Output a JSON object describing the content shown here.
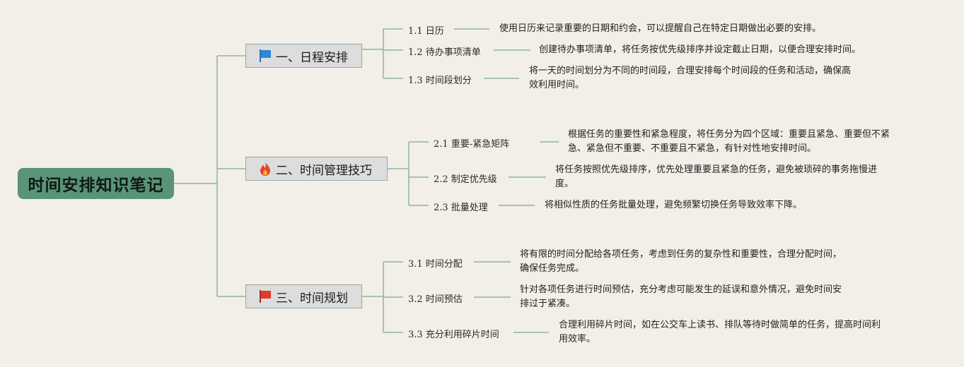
{
  "root": {
    "title": "时间安排知识笔记"
  },
  "branches": [
    {
      "label": "一、日程安排",
      "icon": "blue-flag-icon",
      "color": "#2f86d6",
      "leaves": [
        {
          "label": "1.1 日历",
          "desc": [
            "使用日历来记录重要的日期和约会，可以提醒自己在特定日期做出必要的安排。"
          ]
        },
        {
          "label": "1.2 待办事项清单",
          "desc": [
            "创建待办事项清单，将任务按优先级排序并设定截止日期，以便合理安排时间。"
          ]
        },
        {
          "label": "1.3 时间段划分",
          "desc": [
            "将一天的时间划分为不同的时间段，合理安排每个时间段的任务和活动，确保高",
            "效利用时间。"
          ]
        }
      ]
    },
    {
      "label": "二、时间管理技巧",
      "icon": "fire-icon",
      "color": "#e2452d",
      "leaves": [
        {
          "label": "2.1 重要-紧急矩阵",
          "desc": [
            "根据任务的重要性和紧急程度，将任务分为四个区域：重要且紧急、重要但不紧",
            "急、紧急但不重要、不重要且不紧急，有针对性地安排时间。"
          ]
        },
        {
          "label": "2.2 制定优先级",
          "desc": [
            "将任务按照优先级排序，优先处理重要且紧急的任务，避免被琐碎的事务拖慢进",
            "度。"
          ]
        },
        {
          "label": "2.3 批量处理",
          "desc": [
            "将相似性质的任务批量处理，避免频繁切换任务导致效率下降。"
          ]
        }
      ]
    },
    {
      "label": "三、时间规划",
      "icon": "red-flag-icon",
      "color": "#e23a2c",
      "leaves": [
        {
          "label": "3.1 时间分配",
          "desc": [
            "将有限的时间分配给各项任务，考虑到任务的复杂性和重要性，合理分配时间，",
            "确保任务完成。"
          ]
        },
        {
          "label": "3.2 时间预估",
          "desc": [
            "针对各项任务进行时间预估，充分考虑可能发生的延误和意外情况，避免时间安",
            "排过于紧凑。"
          ]
        },
        {
          "label": "3.3 充分利用碎片时间",
          "desc": [
            "合理利用碎片时间，如在公交车上读书、排队等待时做简单的任务，提高时间利",
            "用效率。"
          ]
        }
      ]
    }
  ]
}
